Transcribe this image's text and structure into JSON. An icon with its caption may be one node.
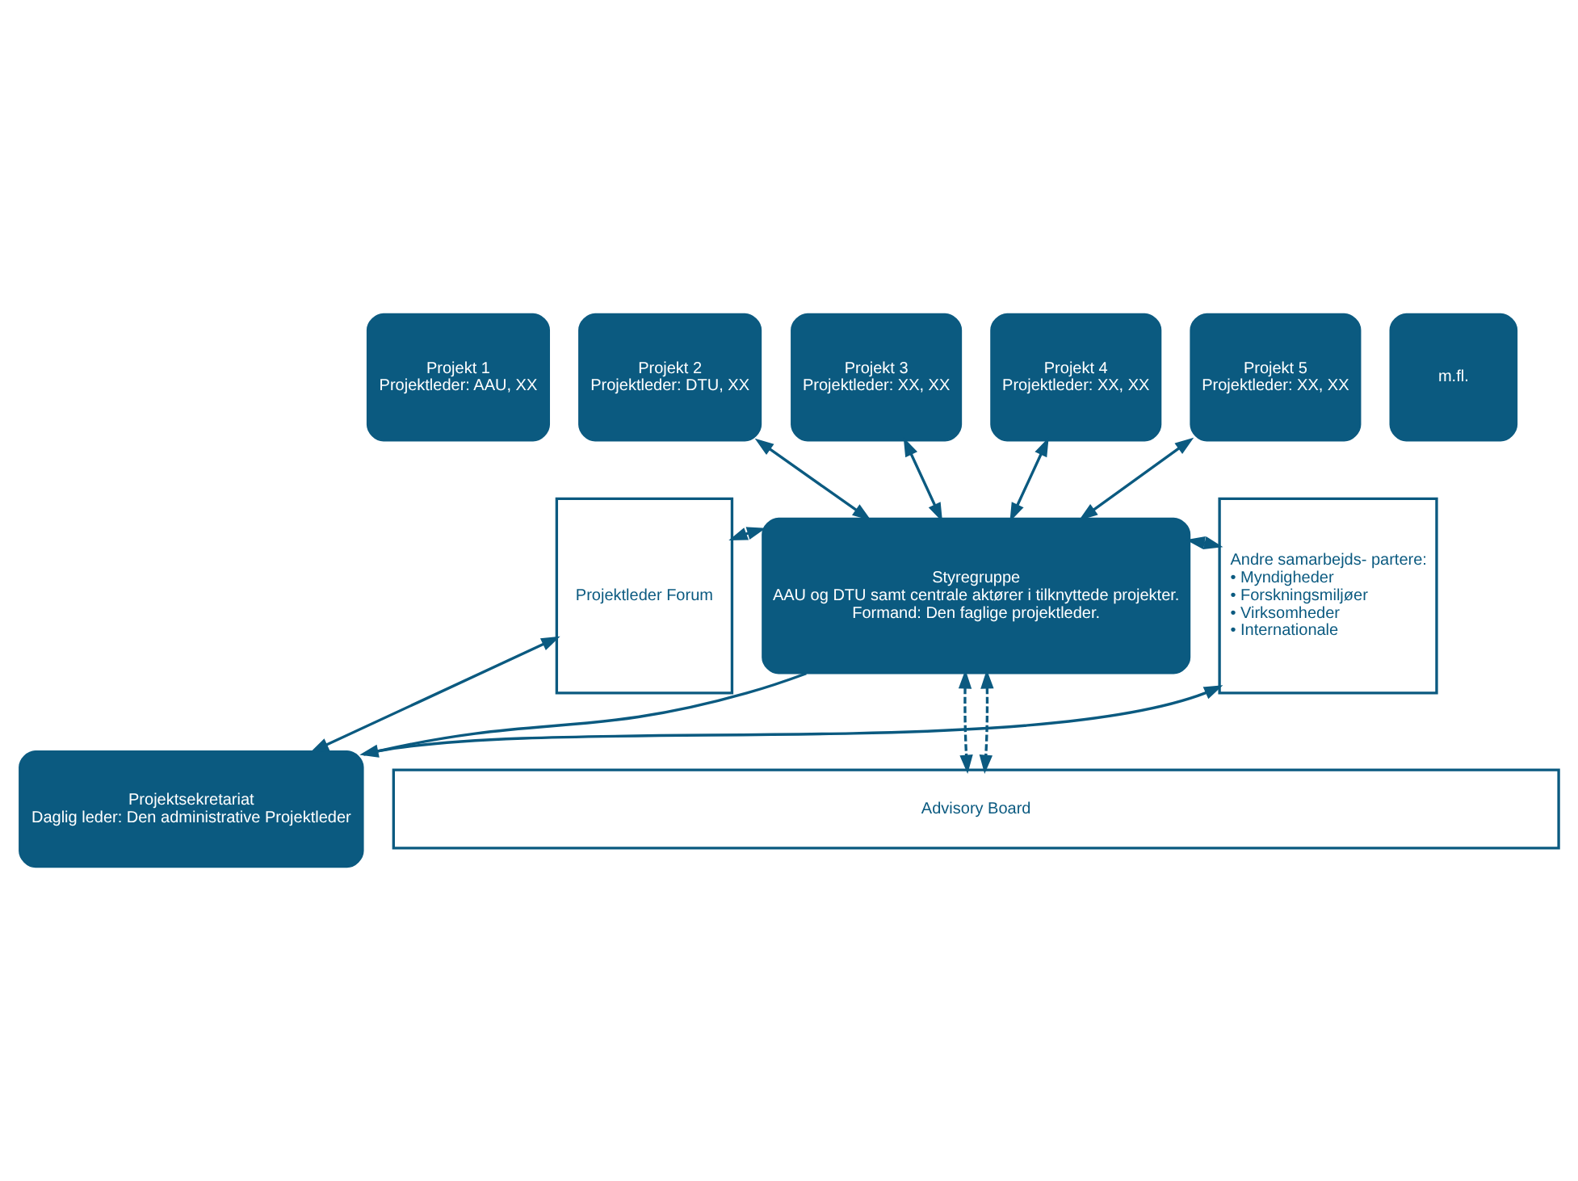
{
  "diagram": {
    "nodes": [
      {
        "text": [
          "Projekt 1",
          "Projektleder: AAU, XX"
        ]
      },
      {
        "text": [
          "Projekt 2",
          "Projektleder: DTU, XX"
        ]
      },
      {
        "text": [
          "Projekt 3",
          "Projektleder: XX, XX"
        ]
      },
      {
        "text": [
          "Projekt 4",
          "Projektleder: XX, XX"
        ]
      },
      {
        "text": [
          "Projekt 5",
          "Projektleder: XX, XX"
        ]
      },
      {
        "text": [
          "m.fl."
        ]
      },
      {
        "text": [
          "Styregruppe",
          "AAU og DTU samt centrale aktører i tilknyttede projekter.",
          "Formand: Den faglige projektleder."
        ]
      },
      {
        "text": [
          "Projektsekretariat",
          "Daglig leder: Den administrative Projektleder"
        ]
      },
      {
        "text": [
          "Projektleder Forum"
        ]
      },
      {
        "text": [
          "Andre samarbejds- partere:",
          "• Myndigheder",
          "• Forskningsmiljøer",
          "• Virksomheder",
          "• Internationale"
        ]
      },
      {
        "text": [
          "Advisory Board"
        ]
      }
    ],
    "edges": [
      {
        "from": 6,
        "to": 1,
        "arrow": "both"
      },
      {
        "from": 6,
        "to": 2,
        "arrow": "both"
      },
      {
        "from": 6,
        "to": 3,
        "arrow": "both"
      },
      {
        "from": 6,
        "to": 4,
        "arrow": "both"
      },
      {
        "from": 6,
        "to": 8,
        "arrow": "both"
      },
      {
        "from": 6,
        "to": 9,
        "arrow": "both"
      },
      {
        "from": 7,
        "to": 8,
        "arrow": "both"
      },
      {
        "from": 7,
        "to": 9,
        "arrow": "both"
      },
      {
        "from": 6,
        "to": 7,
        "arrow": "none"
      },
      {
        "from": 6,
        "to": 10,
        "arrow": "both",
        "style": "dashed"
      },
      {
        "from": 6,
        "to": 10,
        "arrow": "both",
        "style": "dashed"
      }
    ]
  }
}
